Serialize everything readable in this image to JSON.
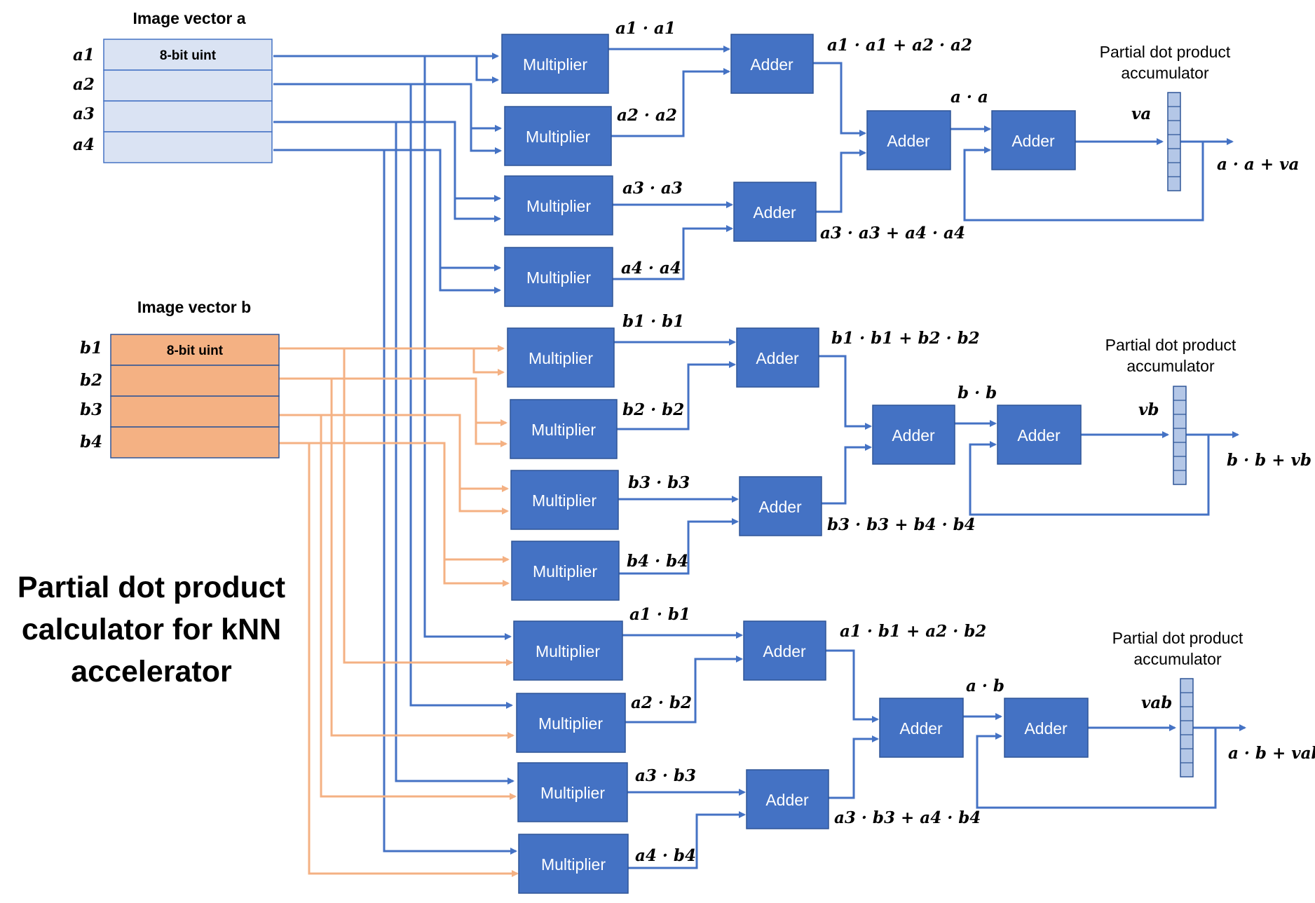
{
  "title_lines": [
    "Partial dot product",
    "calculator for kNN",
    "accelerator"
  ],
  "vector_a": {
    "title": "Image vector a",
    "register_label": "8-bit uint",
    "elements": [
      "a1",
      "a2",
      "a3",
      "a4"
    ]
  },
  "vector_b": {
    "title": "Image vector b",
    "register_label": "8-bit uint",
    "elements": [
      "b1",
      "b2",
      "b3",
      "b4"
    ]
  },
  "block_labels": {
    "multiplier": "Multiplier",
    "adder": "Adder"
  },
  "accumulator_caption": [
    "Partial dot product",
    "accumulator"
  ],
  "units": [
    {
      "products": [
        "a1 · a1",
        "a2 · a2",
        "a3 · a3",
        "a4 · a4"
      ],
      "partial_sums": [
        "a1 · a1 + a2 · a2",
        "a3 · a3 + a4 · a4"
      ],
      "dot": "a · a",
      "acc": "va",
      "output": "a · a + va"
    },
    {
      "products": [
        "b1 · b1",
        "b2 · b2",
        "b3 · b3",
        "b4 · b4"
      ],
      "partial_sums": [
        "b1 · b1 + b2 · b2",
        "b3 · b3 + b4 · b4"
      ],
      "dot": "b · b",
      "acc": "vb",
      "output": "b · b + vb"
    },
    {
      "products": [
        "a1 · b1",
        "a2 · b2",
        "a3 · b3",
        "a4 · b4"
      ],
      "partial_sums": [
        "a1 · b1 + a2 · b2",
        "a3 · b3 + a4 · b4"
      ],
      "dot": "a · b",
      "acc": "vab",
      "output": "a · b + vab"
    }
  ],
  "colors": {
    "block_fill": "#4472c4",
    "vector_a_fill": "#dae3f3",
    "vector_b_fill": "#f4b183",
    "wire_a": "#4472c4",
    "wire_b": "#f4b183",
    "accumulator_fill": "#b4c7e7"
  }
}
